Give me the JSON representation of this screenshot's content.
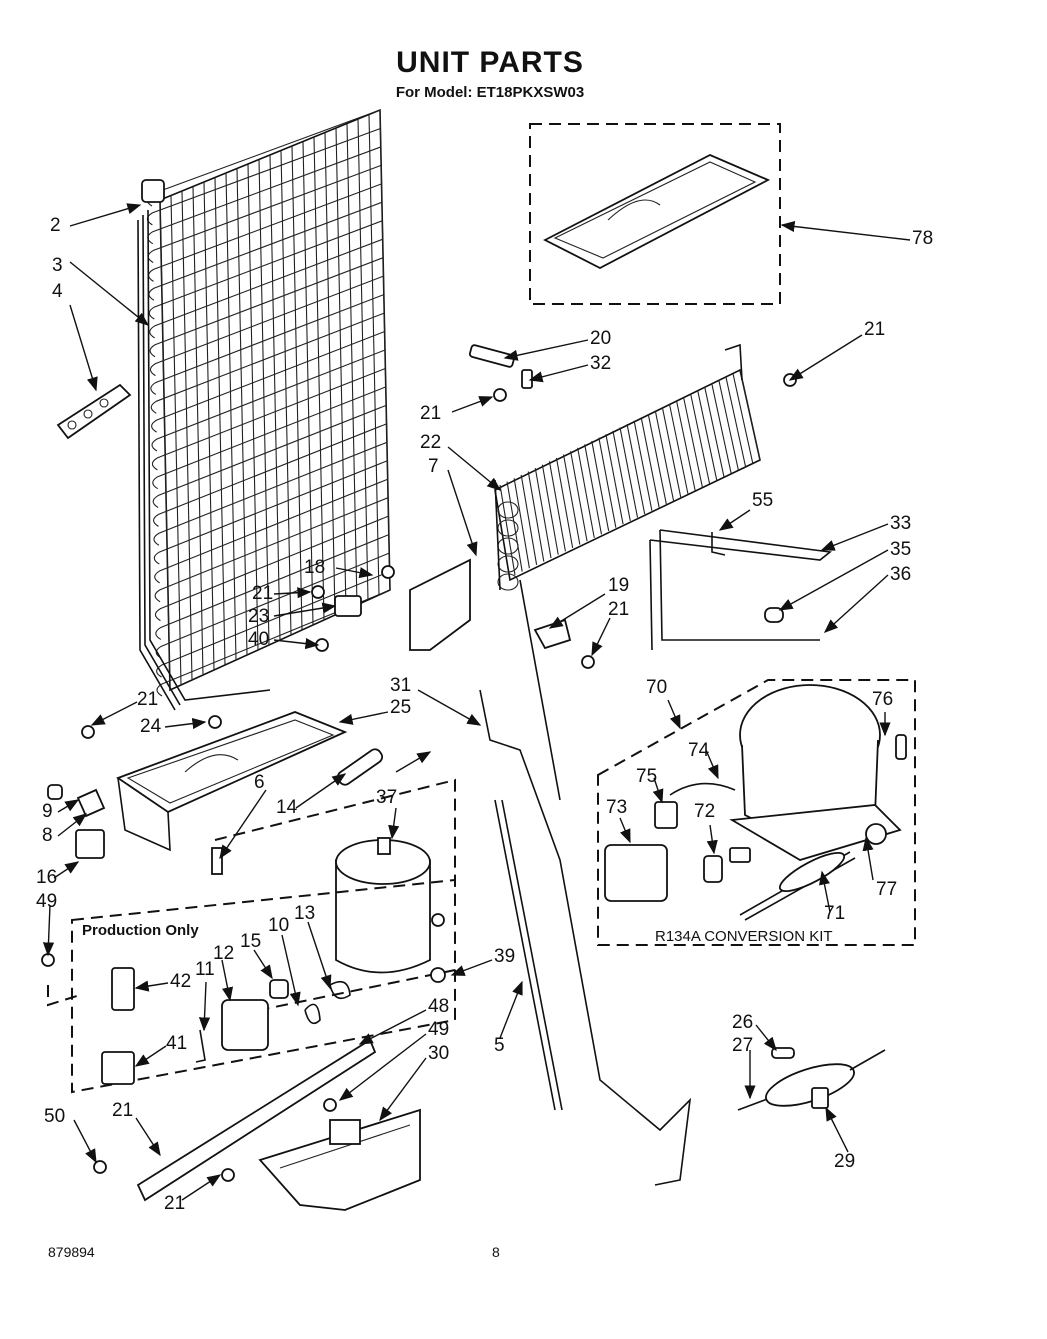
{
  "header": {
    "title": "UNIT PARTS",
    "model_line": "For Model: ET18PKXSW03"
  },
  "boxes": {
    "production_only": "Production Only",
    "conversion_kit": "R134A  CONVERSION  KIT"
  },
  "callouts": {
    "c2": "2",
    "c3": "3",
    "c4": "4",
    "c78": "78",
    "c20": "20",
    "c32": "32",
    "c21a": "21",
    "c21b": "21",
    "c21c": "21",
    "c21d": "21",
    "c21e": "21",
    "c21f": "21",
    "c21g": "21",
    "c22": "22",
    "c7": "7",
    "c18": "18",
    "c23": "23",
    "c40": "40",
    "c19": "19",
    "c55": "55",
    "c33": "33",
    "c35": "35",
    "c36": "36",
    "c31": "31",
    "c24": "24",
    "c25": "25",
    "c70": "70",
    "c76": "76",
    "c74": "74",
    "c75": "75",
    "c73": "73",
    "c72": "72",
    "c77": "77",
    "c71": "71",
    "c9": "9",
    "c8": "8",
    "c6": "6",
    "c14": "14",
    "c37": "37",
    "c16": "16",
    "c49a": "49",
    "c49b": "49",
    "c12": "12",
    "c15": "15",
    "c10": "10",
    "c13": "13",
    "c11": "11",
    "c42": "42",
    "c41": "41",
    "c39": "39",
    "c48": "48",
    "c30": "30",
    "c5": "5",
    "c50": "50",
    "c26": "26",
    "c27": "27",
    "c29": "29"
  },
  "footer": {
    "doc_number": "879894",
    "page_number": "8"
  }
}
